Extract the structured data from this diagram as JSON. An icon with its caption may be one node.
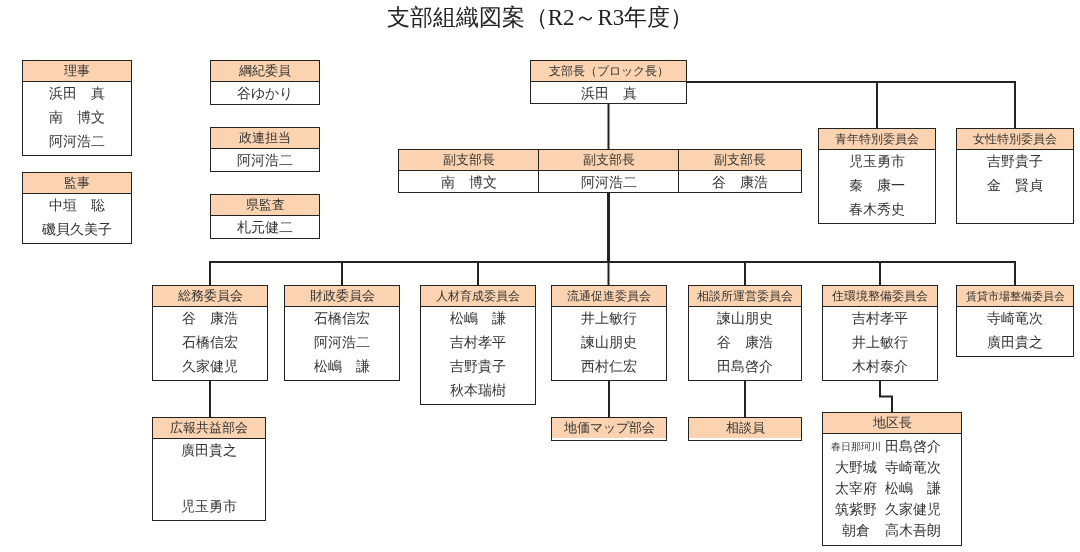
{
  "diagram": {
    "title": "支部組織図案（R2～R3年度）",
    "nodes": [
      {
        "text": [
          "理事",
          "浜田　真",
          "南　博文",
          "阿河浩二"
        ]
      },
      {
        "text": [
          "監事",
          "中垣　聡",
          "磯貝久美子"
        ]
      },
      {
        "text": [
          "綱紀委員",
          "谷ゆかり"
        ]
      },
      {
        "text": [
          "政連担当",
          "阿河浩二"
        ]
      },
      {
        "text": [
          "県監査",
          "札元健二"
        ]
      },
      {
        "text": [
          "支部長（ブロック長）",
          "浜田　真"
        ]
      },
      {
        "text": [
          "副支部長",
          "南　博文"
        ]
      },
      {
        "text": [
          "副支部長",
          "阿河浩二"
        ]
      },
      {
        "text": [
          "副支部長",
          "谷　康浩"
        ]
      },
      {
        "text": [
          "青年特別委員会",
          "児玉勇市",
          "秦　康一",
          "春木秀史"
        ]
      },
      {
        "text": [
          "女性特別委員会",
          "吉野貴子",
          "金　賢貞"
        ]
      },
      {
        "text": [
          "総務委員会",
          "谷　康浩",
          "石橋信宏",
          "久家健児"
        ]
      },
      {
        "text": [
          "財政委員会",
          "石橋信宏",
          "阿河浩二",
          "松嶋　謙"
        ]
      },
      {
        "text": [
          "人材育成委員会",
          "松嶋　謙",
          "吉村孝平",
          "吉野貴子",
          "秋本瑞樹"
        ]
      },
      {
        "text": [
          "流通促進委員会",
          "井上敏行",
          "諫山朋史",
          "西村仁宏"
        ]
      },
      {
        "text": [
          "相談所運営委員会",
          "諫山朋史",
          "谷　康浩",
          "田島啓介"
        ]
      },
      {
        "text": [
          "住環境整備委員会",
          "吉村孝平",
          "井上敏行",
          "木村泰介"
        ]
      },
      {
        "text": [
          "賃貸市場整備委員会",
          "寺崎竜次",
          "廣田貴之"
        ]
      },
      {
        "text": [
          "広報共益部会",
          "廣田貴之",
          "児玉勇市"
        ]
      },
      {
        "text": [
          "地価マップ部会"
        ]
      },
      {
        "text": [
          "相談員"
        ]
      },
      {
        "text": [
          "地区長",
          "春日那珂川",
          "田島啓介",
          "大野城",
          "寺崎竜次",
          "太宰府",
          "松嶋　謙",
          "筑紫野",
          "久家健児",
          "朝倉",
          "高木吾朗"
        ]
      }
    ],
    "edges": [
      {
        "from": 5,
        "to": 9,
        "arrow": "none"
      },
      {
        "from": 5,
        "to": 10,
        "arrow": "none"
      },
      {
        "from": 5,
        "to": 7,
        "arrow": "none"
      },
      {
        "from": 7,
        "to": 11,
        "arrow": "none"
      },
      {
        "from": 7,
        "to": 12,
        "arrow": "none"
      },
      {
        "from": 7,
        "to": 13,
        "arrow": "none"
      },
      {
        "from": 7,
        "to": 14,
        "arrow": "none"
      },
      {
        "from": 7,
        "to": 15,
        "arrow": "none"
      },
      {
        "from": 7,
        "to": 16,
        "arrow": "none"
      },
      {
        "from": 7,
        "to": 17,
        "arrow": "none"
      },
      {
        "from": 11,
        "to": 18,
        "arrow": "none"
      },
      {
        "from": 14,
        "to": 19,
        "arrow": "none"
      },
      {
        "from": 15,
        "to": 20,
        "arrow": "none"
      },
      {
        "from": 16,
        "to": 21,
        "arrow": "none"
      }
    ]
  }
}
